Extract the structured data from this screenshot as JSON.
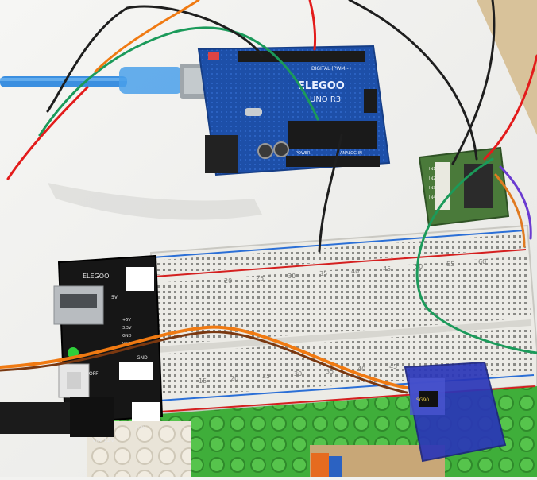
{
  "photo": {
    "arduino": {
      "brand": "ELEGOO",
      "model": "UNO R3",
      "digital_label": "DIGITAL (PWM~)",
      "power_label": "POWER",
      "analog_label": "ANALOG IN"
    },
    "power_module": {
      "brand": "ELEGOO",
      "jumper_5v": "5V",
      "jumper_33v": "3.3V",
      "gnd_label": "GND",
      "vin_label": "VIN 12V",
      "off_label": "OFF",
      "rail_labels": [
        "+5V",
        "3.3V",
        "GND",
        "VCC"
      ]
    },
    "driver_board": {
      "pin_labels": [
        "IN1",
        "IN2",
        "IN3",
        "IN4"
      ]
    },
    "breadboard": {
      "column_numbers": [
        "20",
        "25",
        "30",
        "35",
        "40",
        "45",
        "50",
        "55",
        "60"
      ],
      "lower_numbers": [
        "15",
        "20",
        "25",
        "30",
        "35",
        "40",
        "45"
      ]
    },
    "servo": {
      "label": "SG90"
    },
    "colors": {
      "arduino_blue": "#1d4fa8",
      "breadboard": "#ecebe6",
      "lego_green": "#3fae3a",
      "usb_cable": "#3b8fe0",
      "servo_blue": "#2a36b8",
      "wire_orange": "#f07a12",
      "wire_red": "#e31b1b",
      "wire_green": "#1b9a5a"
    }
  }
}
